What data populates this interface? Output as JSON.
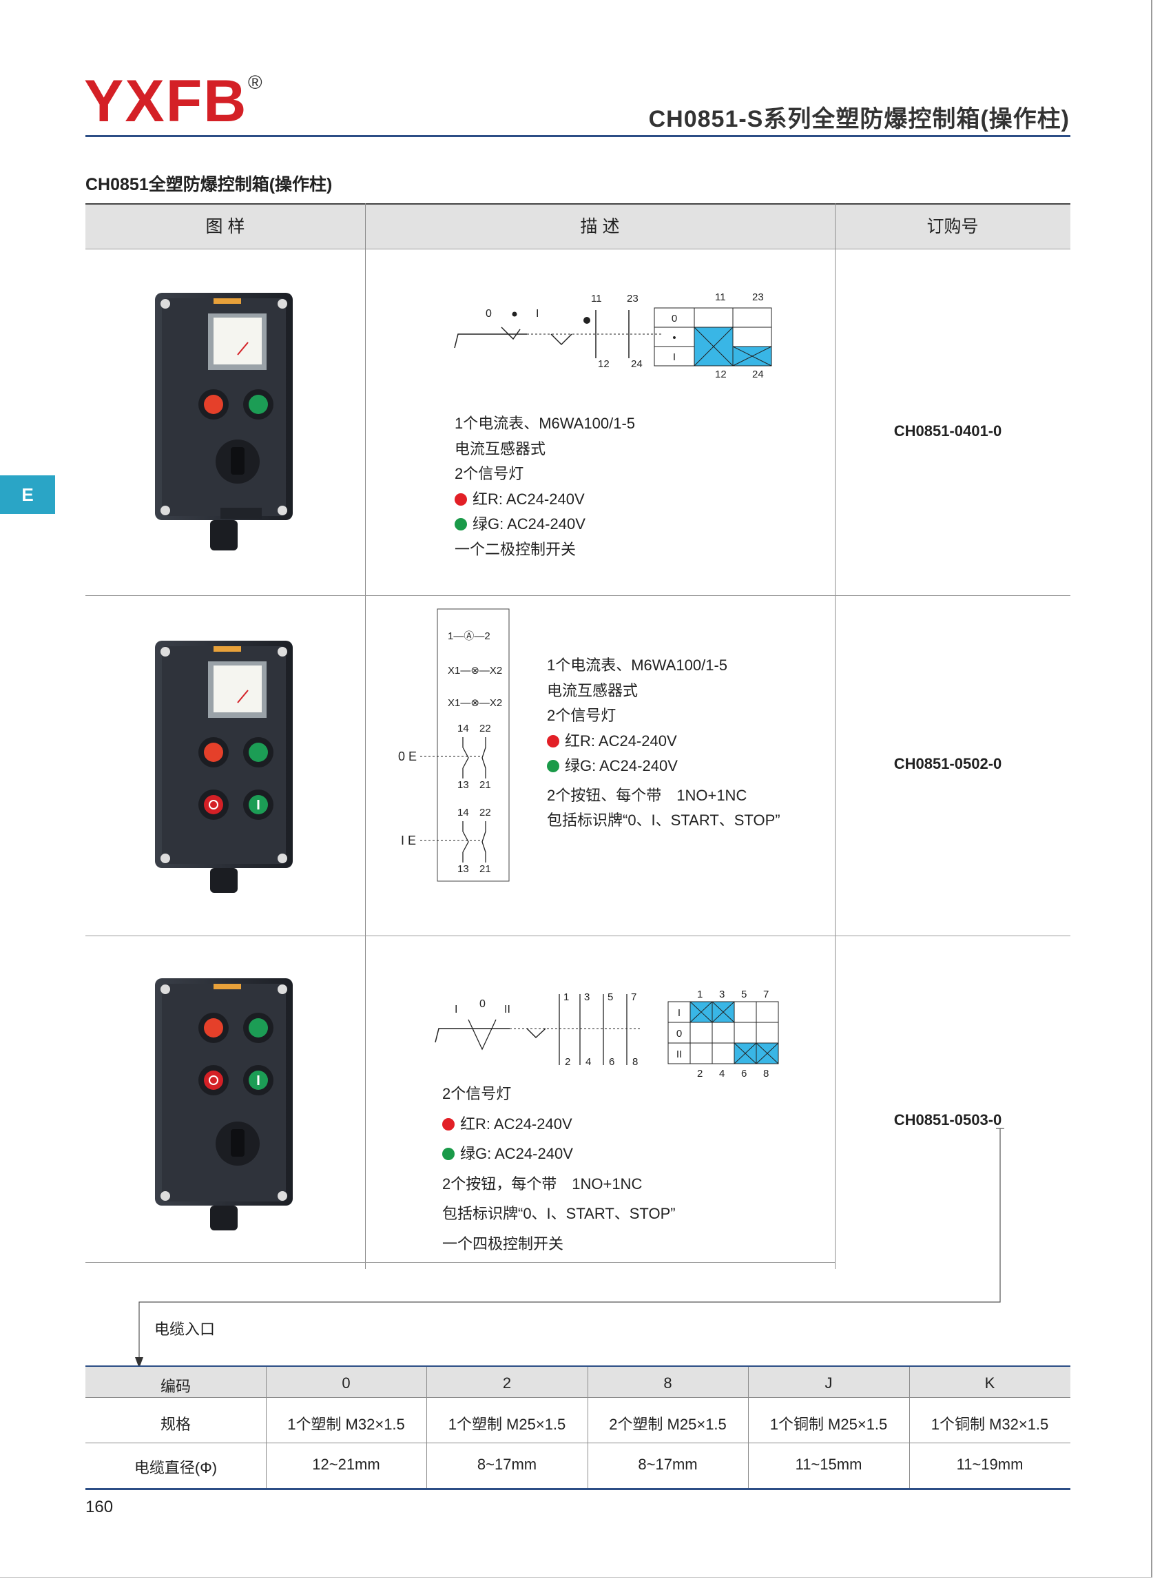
{
  "brand": {
    "logo": "YXFB",
    "reg": "®"
  },
  "header": {
    "title": "CH0851-S系列全塑防爆控制箱(操作柱)"
  },
  "section_title": "CH0851全塑防爆控制箱(操作柱)",
  "side_tab": "E",
  "table": {
    "col_image": "图 样",
    "col_desc": "描 述",
    "col_order": "订购号"
  },
  "colors": {
    "accent_blue": "#2c4e86",
    "tab_cyan": "#2aa5c6",
    "logo_red": "#d42026",
    "cell_blue": "#39b6e6",
    "lamp_red": "#e21f26",
    "lamp_green": "#1a9a49"
  },
  "products": [
    {
      "order_code": "CH0851-0401-0",
      "lines": [
        "1个电流表、M6WA100/1-5",
        "电流互感器式",
        "2个信号灯",
        "红R: AC24-240V",
        "绿G: AC24-240V",
        "一个二极控制开关"
      ],
      "diagram": {
        "pos_0": "0",
        "pos_i": "I",
        "t11": "11",
        "t23": "23",
        "t12": "12",
        "t24": "24",
        "rows": [
          "0",
          "•",
          "I"
        ]
      }
    },
    {
      "order_code": "CH0851-0502-0",
      "lines": [
        "1个电流表、M6WA100/1-5",
        "电流互感器式",
        "2个信号灯",
        "红R: AC24-240V",
        "绿G: AC24-240V",
        "2个按钮、每个带　1NO+1NC",
        "包括标识牌“0、I、START、STOP”"
      ],
      "diagram": {
        "amm": "1—Ⓐ—2",
        "lamp1": "X1—⊗—X2",
        "lamp2": "X1—⊗—X2",
        "t14": "14",
        "t22": "22",
        "t13": "13",
        "t21": "21",
        "btn0": "0 E",
        "btn1": "I E"
      }
    },
    {
      "order_code": "CH0851-0503-0",
      "lines": [
        "2个信号灯",
        "红R: AC24-240V",
        "绿G: AC24-240V",
        "2个按钮，每个带　1NO+1NC",
        "包括标识牌“0、I、START、STOP”",
        "一个四极控制开关"
      ],
      "diagram": {
        "pos_i": "I",
        "pos_0": "0",
        "pos_ii": "II",
        "top": [
          "1",
          "3",
          "5",
          "7"
        ],
        "bottom": [
          "2",
          "4",
          "6",
          "8"
        ],
        "rows": [
          "I",
          "0",
          "II"
        ]
      }
    }
  ],
  "cable_entry": {
    "label": "电缆入口"
  },
  "spec_table": {
    "rows": [
      [
        "编码",
        "0",
        "2",
        "8",
        "J",
        "K"
      ],
      [
        "规格",
        "1个塑制 M32×1.5",
        "1个塑制 M25×1.5",
        "2个塑制 M25×1.5",
        "1个铜制 M25×1.5",
        "1个铜制 M32×1.5"
      ],
      [
        "电缆直径(Φ)",
        "12~21mm",
        "8~17mm",
        "8~17mm",
        "11~15mm",
        "11~19mm"
      ]
    ]
  },
  "page_number": "160"
}
